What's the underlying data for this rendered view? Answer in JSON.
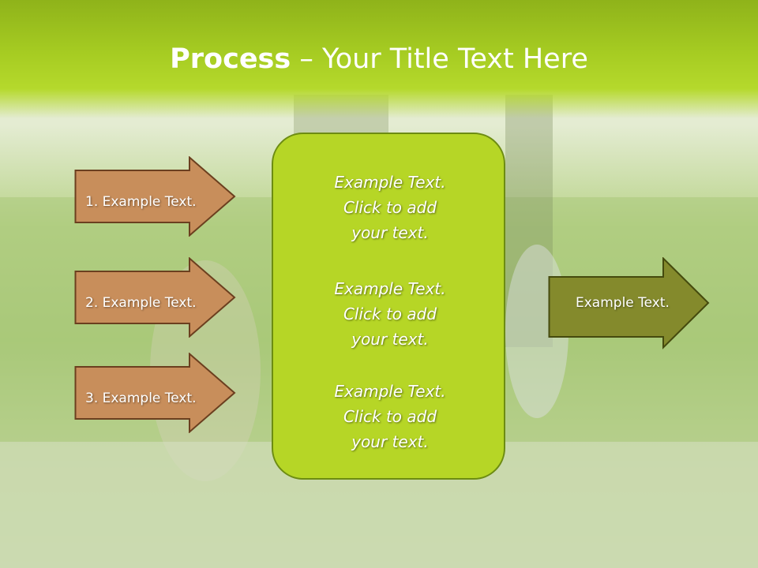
{
  "title": {
    "bold": "Process",
    "rest": " – Your Title Text Here"
  },
  "left_arrows": [
    {
      "label": "1. Example Text."
    },
    {
      "label": "2. Example Text."
    },
    {
      "label": "3. Example Text."
    }
  ],
  "center_blocks": [
    {
      "line1": "Example Text.",
      "line2": "Click  to add",
      "line3": "your text."
    },
    {
      "line1": "Example Text.",
      "line2": "Click  to add",
      "line3": "your text."
    },
    {
      "line1": "Example Text.",
      "line2": "Click  to add",
      "line3": "your text."
    }
  ],
  "right_arrow": {
    "label": "Example Text."
  },
  "colors": {
    "title_band": "#a6cc22",
    "left_arrow_fill": "#c88e5b",
    "left_arrow_stroke": "#6b3f1f",
    "center_fill": "#b6d626",
    "right_arrow_fill": "#848a2c",
    "right_arrow_stroke": "#454a0e"
  }
}
